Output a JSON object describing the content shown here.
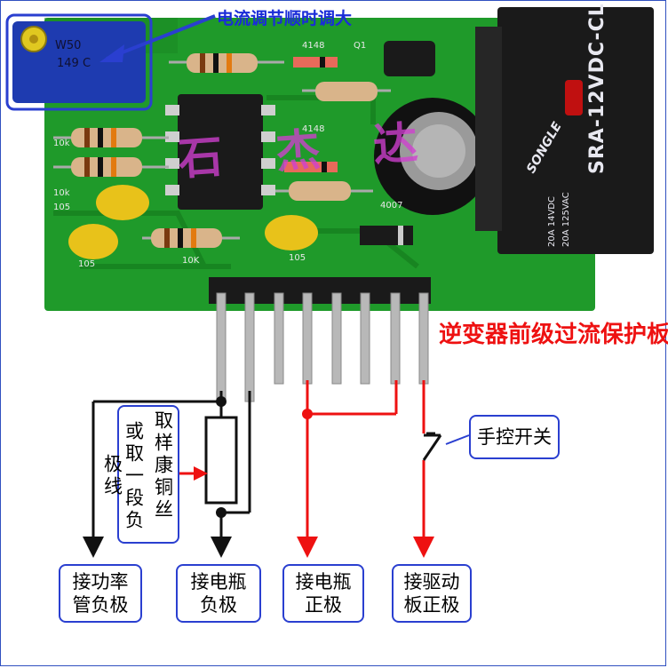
{
  "annotations": {
    "pot_note": "电流调节顺时调大",
    "board_title": "逆变器前级过流保护板",
    "sample_note": "或取一段负极线",
    "sample_note_col2": "取样康铜丝",
    "switch_label": "手控开关"
  },
  "terminals": [
    {
      "line1": "接功率",
      "line2": "管负极"
    },
    {
      "line1": "接电瓶",
      "line2": "负极"
    },
    {
      "line1": "接电瓶",
      "line2": "正极"
    },
    {
      "line1": "接驱动",
      "line2": "板正极"
    }
  ],
  "pcb_labels": {
    "pot_marking_1": "W50",
    "pot_marking_2": "149 C",
    "diode_1": "4148",
    "diode_2": "4148",
    "transistor": "Q1",
    "r1": "10k",
    "r2": "10k",
    "c1": "105",
    "c2": "105",
    "c3": "105",
    "r3": "10K",
    "diode_3": "4007"
  },
  "relay": {
    "model": "SRA-12VDC-CL",
    "brand": "SONGLE",
    "rating_1": "20A 14VDC",
    "rating_2": "20A 125VAC"
  },
  "watermark": "石杰达",
  "colors": {
    "pcb_green": "#1f9a2a",
    "annotation_blue": "#2a3fd0",
    "wire_red": "#ee1111",
    "wire_black": "#111111"
  }
}
